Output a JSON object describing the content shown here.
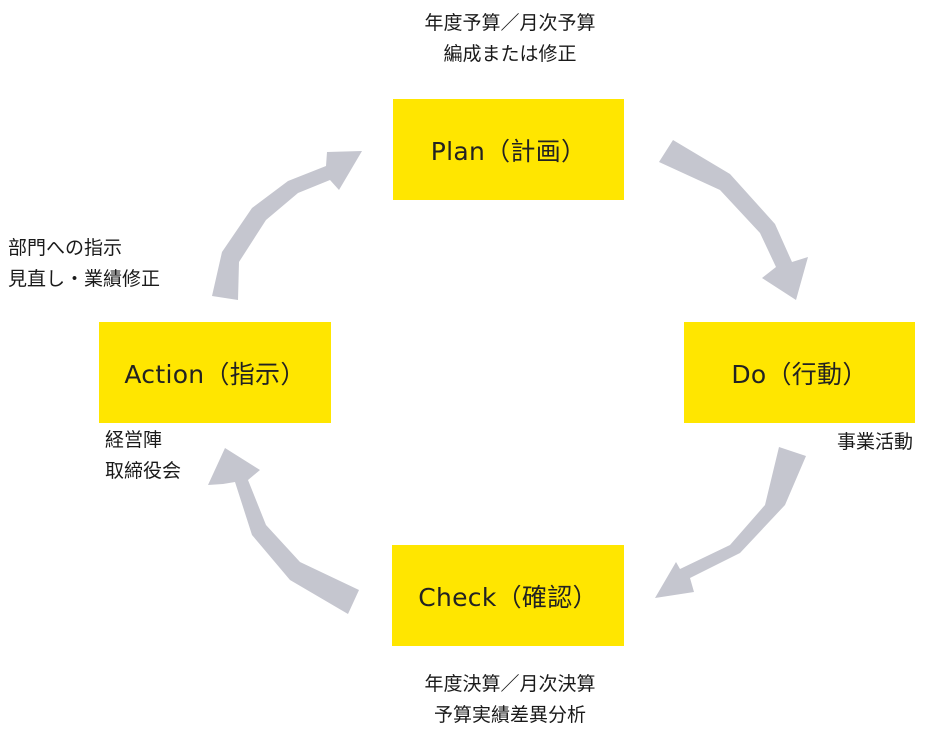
{
  "diagram": {
    "colors": {
      "box_fill": "#ffe600",
      "arrow": "#c5c6cf",
      "text": "#1a1a1a"
    },
    "stages": {
      "plan": {
        "label": "Plan（計画）",
        "notes": [
          "年度予算／月次予算",
          "編成または修正"
        ]
      },
      "do": {
        "label": "Do（行動）",
        "notes": [
          "事業活動"
        ]
      },
      "check": {
        "label": "Check（確認）",
        "notes": [
          "年度決算／月次決算",
          "予算実績差異分析"
        ]
      },
      "action": {
        "label": "Action（指示）",
        "notes": [
          "部門への指示",
          "見直し・業績修正"
        ]
      }
    },
    "actors": [
      "経営陣",
      "取締役会"
    ]
  }
}
